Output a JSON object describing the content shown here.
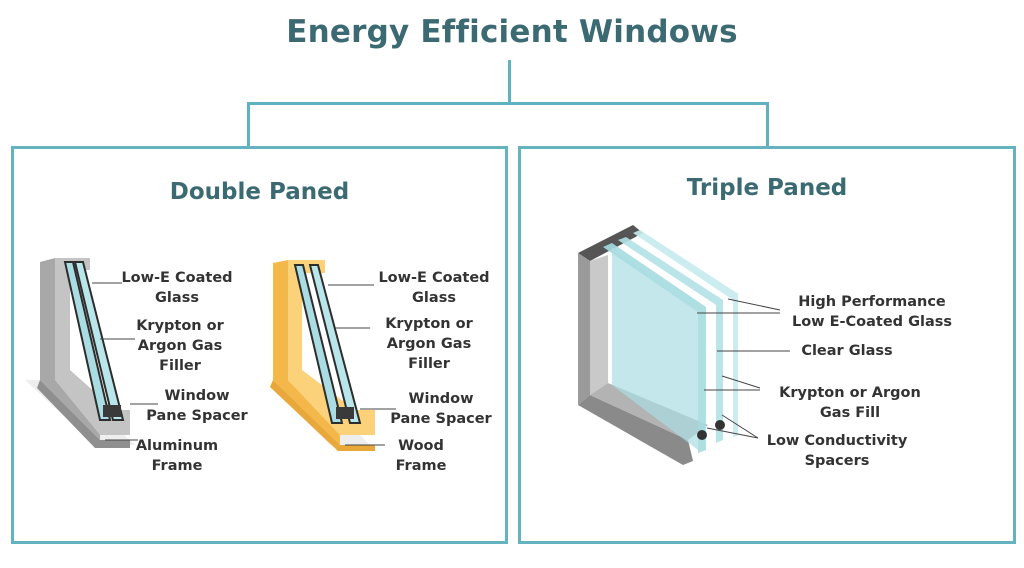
{
  "title": "Energy Efficient Windows",
  "colors": {
    "heading": "#3c6a72",
    "border": "#66b3c0",
    "glass": "#a9dde3",
    "aluminum": "#9a9a9a",
    "wood": "#f7c96a",
    "label": "#333333"
  },
  "panels": [
    {
      "title": "Double Paned",
      "diagrams": [
        {
          "material": "aluminum",
          "labels": [
            "Low-E Coated\nGlass",
            "Krypton or\nArgon Gas\nFiller",
            "Window\nPane Spacer",
            "Aluminum\nFrame"
          ]
        },
        {
          "material": "wood",
          "labels": [
            "Low-E Coated\nGlass",
            "Krypton or\nArgon Gas\nFiller",
            "Window\nPane Spacer",
            "Wood\nFrame"
          ]
        }
      ]
    },
    {
      "title": "Triple Paned",
      "labels": [
        "High Performance\nLow E-Coated Glass",
        "Clear Glass",
        "Krypton or Argon\nGas Fill",
        "Low Conductivity\nSpacers"
      ]
    }
  ]
}
